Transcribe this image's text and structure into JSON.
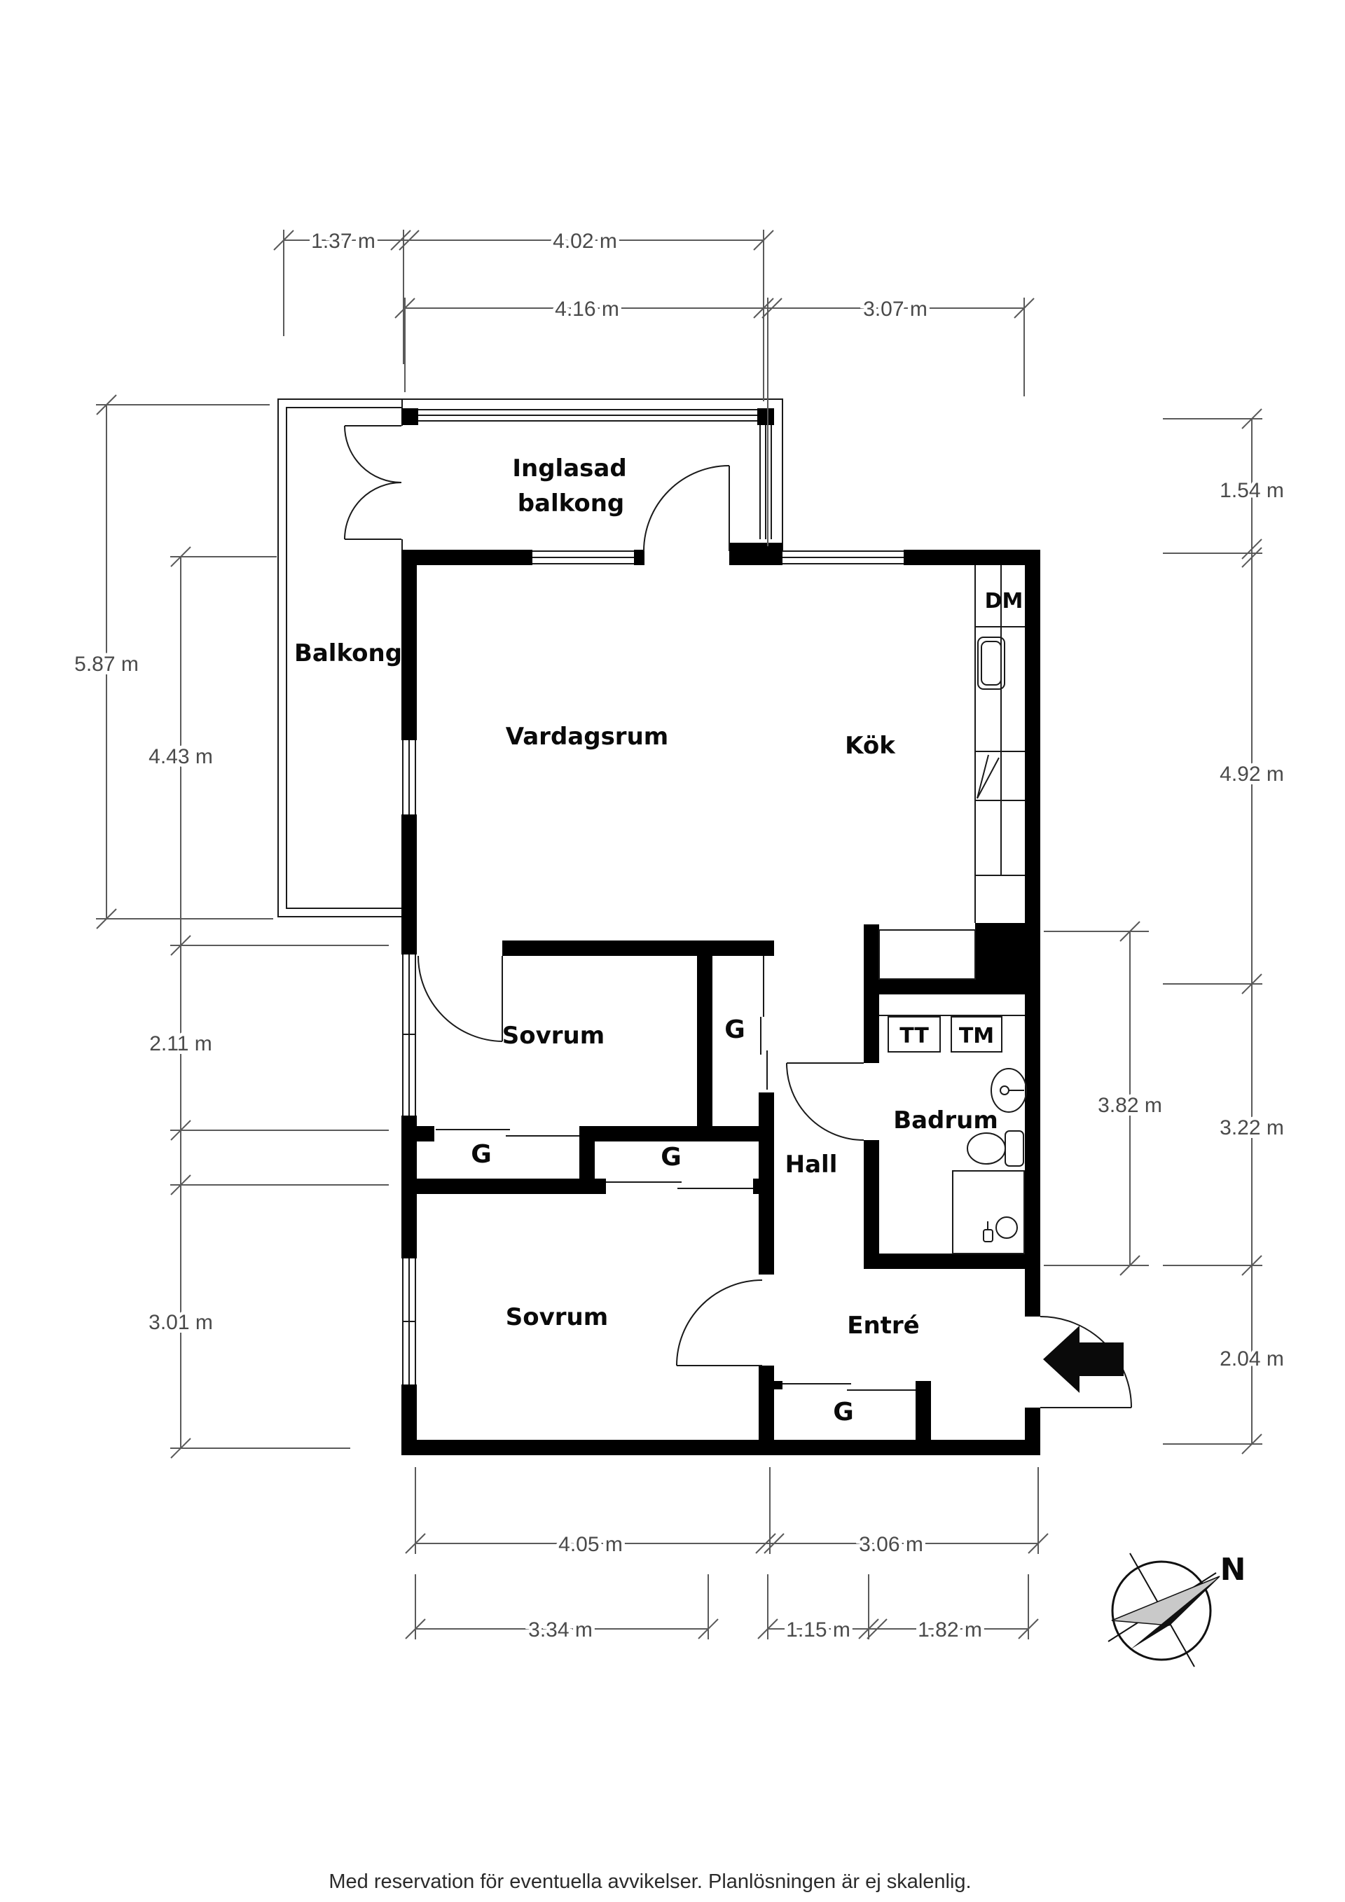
{
  "meta": {
    "type": "floor-plan",
    "language": "sv"
  },
  "colors": {
    "background": "#ffffff",
    "wall": "#000000",
    "thin_line": "#1a1a1a",
    "dimension": "#4a4a4a",
    "compass_gray": "#c9c9c9"
  },
  "rooms": {
    "inglasad_balkong": {
      "line1": "Inglasad",
      "line2": "balkong"
    },
    "balkong": {
      "label": "Balkong"
    },
    "vardagsrum": {
      "label": "Vardagsrum"
    },
    "kok": {
      "label": "Kök"
    },
    "sovrum_upper": {
      "label": "Sovrum"
    },
    "sovrum_lower": {
      "label": "Sovrum"
    },
    "hall": {
      "label": "Hall"
    },
    "badrum": {
      "label": "Badrum"
    },
    "entre": {
      "label": "Entré"
    }
  },
  "closets": {
    "g_upper": "G",
    "g_mid_left": "G",
    "g_mid_right": "G",
    "g_entre": "G"
  },
  "appliances": {
    "dm": "DM",
    "tt": "TT",
    "tm": "TM"
  },
  "dimensions": {
    "top_row1": [
      {
        "label": "1.37 m"
      },
      {
        "label": "4.02 m"
      }
    ],
    "top_row2": [
      {
        "label": "4.16 m"
      },
      {
        "label": "3.07 m"
      }
    ],
    "left_outer": [
      {
        "label": "5.87 m"
      }
    ],
    "left_inner": [
      {
        "label": "4.43 m"
      },
      {
        "label": "2.11 m"
      },
      {
        "label": "3.01 m"
      }
    ],
    "right_outer": [
      {
        "label": "1.54 m"
      },
      {
        "label": "4.92 m"
      },
      {
        "label": "3.22 m"
      },
      {
        "label": "2.04 m"
      }
    ],
    "right_inner": [
      {
        "label": "3.82 m"
      }
    ],
    "bottom_row1": [
      {
        "label": "4.05 m"
      },
      {
        "label": "3.06 m"
      }
    ],
    "bottom_row2": [
      {
        "label": "3.34 m"
      },
      {
        "label": "1.15 m"
      },
      {
        "label": "1.82 m"
      }
    ]
  },
  "compass": {
    "north_label": "N"
  },
  "footer": {
    "disclaimer": "Med reservation för eventuella avvikelser. Planlösningen är ej skalenlig."
  }
}
